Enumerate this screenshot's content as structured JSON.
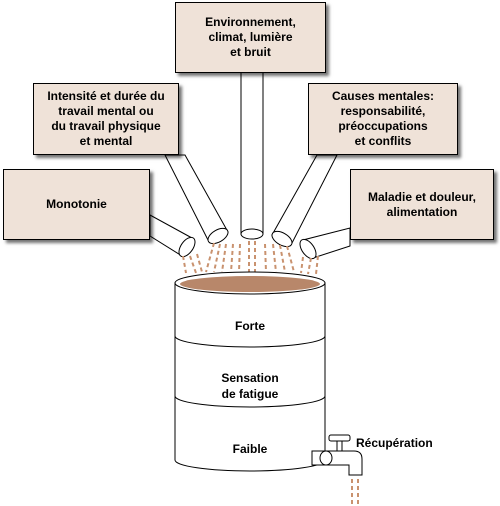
{
  "factors": {
    "environment": "Environnement,\nclimat, lumière\net bruit",
    "intensity": "Intensité et durée du\ntravail mental ou\ndu travail physique\net mental",
    "mental": "Causes mentales:\nresponsabilité,\npréoccupations\net conflits",
    "monotony": "Monotonie",
    "illness": "Maladie et douleur,\nalimentation"
  },
  "barrel": {
    "top_level": "Forte",
    "middle_level": "Sensation\nde fatigue",
    "bottom_level": "Faible"
  },
  "outflow": "Récupération",
  "colors": {
    "box_fill": "#efe2d8",
    "fill_top": "#b8876a",
    "drops": "#c9926f"
  }
}
